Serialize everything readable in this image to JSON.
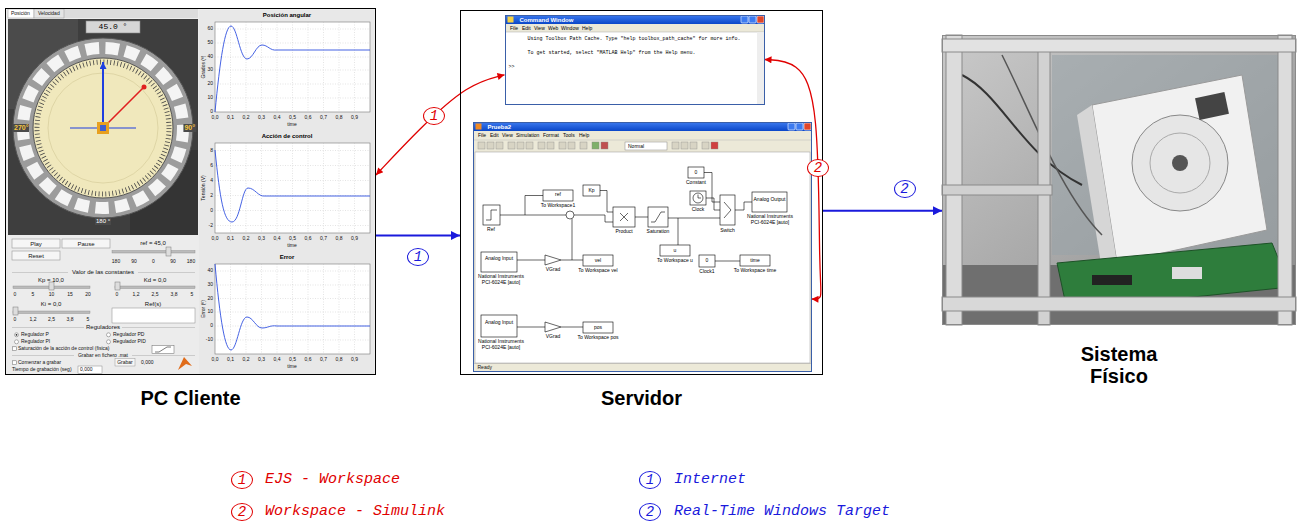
{
  "diagram": {
    "nodes": [
      {
        "text": [
          "PC Cliente"
        ]
      },
      {
        "text": [
          "Servidor"
        ]
      },
      {
        "text": [
          "Command Window",
          "Using Toolbox Path Cache. Type \"help toolbox_path_cache\" for more info.",
          "To get started, select \"MATLAB Help\" from the Help menu.",
          ">>"
        ],
        "in": 1
      },
      {
        "text": [
          "Prueba2",
          "Ready"
        ],
        "in": 1
      },
      {
        "text": [
          "Sistema Físico"
        ]
      }
    ],
    "edges": [
      {
        "from": 0,
        "to": 2,
        "arrow": "both",
        "label": "1"
      },
      {
        "from": 2,
        "to": 3,
        "arrow": "both",
        "label": "2"
      },
      {
        "from": 0,
        "to": 1,
        "arrow": "to",
        "label": "1"
      },
      {
        "from": 1,
        "to": 4,
        "arrow": "to",
        "label": "2"
      }
    ],
    "labels": [
      "Posición",
      "Velocidad",
      "45.0 °",
      "270°",
      "90°",
      "180 °",
      "Play",
      "Pause",
      "Reset",
      "ref = 45,0",
      "180",
      "90",
      "0",
      "90",
      "180",
      "Valor de las constantes",
      "Kp = 10,0",
      "Kd = 0,0",
      "0",
      "5",
      "10",
      "15",
      "20",
      "0",
      "1,2",
      "2,5",
      "3,8",
      "5",
      "Ki = 0,0",
      "Ref(s)",
      "0",
      "1,2",
      "2,5",
      "3,8",
      "5",
      "Reguladores",
      "Regulador P",
      "Regulador PD",
      "Regulador PI",
      "Regulador PID",
      "Saturación de la acción de control (fisica)",
      "Grabar en fichero .mat",
      "Comenzar a grabar",
      "Grabar",
      "0,000",
      "Tiempo de grabación (seg)",
      "0,000",
      "Posición angular",
      "Grados (º)",
      "0,0",
      "0,1",
      "0,2",
      "0,3",
      "0,4",
      "0,5",
      "0,6",
      "0,7",
      "0,8",
      "0,9",
      "time",
      "0",
      "10",
      "20",
      "30",
      "40",
      "50",
      "60",
      "Acción de control",
      "Tensión (V)",
      "0,0",
      "0,1",
      "0,2",
      "0,3",
      "0,4",
      "0,5",
      "0,6",
      "0,7",
      "0,8",
      "0,9",
      "time",
      "-2",
      "0",
      "2",
      "4",
      "6",
      "8",
      "Error",
      "Error (º)",
      "0,0",
      "0,1",
      "0,2",
      "0,3",
      "0,4",
      "0,5",
      "0,6",
      "0,7",
      "0,8",
      "0,9",
      "time",
      "-10",
      "0",
      "10",
      "20",
      "30",
      "40",
      "File",
      "Edit",
      "View",
      "Web",
      "Window",
      "Help",
      "File",
      "Edit",
      "View",
      "Simulation",
      "Format",
      "Tools",
      "Help",
      "Normal",
      "Ref",
      "ref",
      "To Workspace1",
      "Kp",
      "Product",
      "Saturation",
      "u",
      "To Workspace u",
      "0",
      "Constant",
      "Clock",
      "Switch",
      "Analog Output",
      "National Instruments PCI-6024E [auto]",
      "Analog Input",
      "National Instruments PCI-6024E [auto]",
      "VGrad",
      "vel",
      "To Workspace vel",
      "0",
      "Clock1",
      "time",
      "To Workspace time",
      "Analog Input",
      "National Instruments PCI-6024E [auto]",
      "VGrad",
      "pos",
      "To Workspace pos",
      "1",
      "2",
      "1",
      "2"
    ],
    "legend": [
      {
        "text": "EJS - Workspace"
      },
      {
        "text": "Workspace - Simulink"
      },
      {
        "text": "Internet"
      },
      {
        "text": "Real-Time Windows Target"
      }
    ]
  }
}
